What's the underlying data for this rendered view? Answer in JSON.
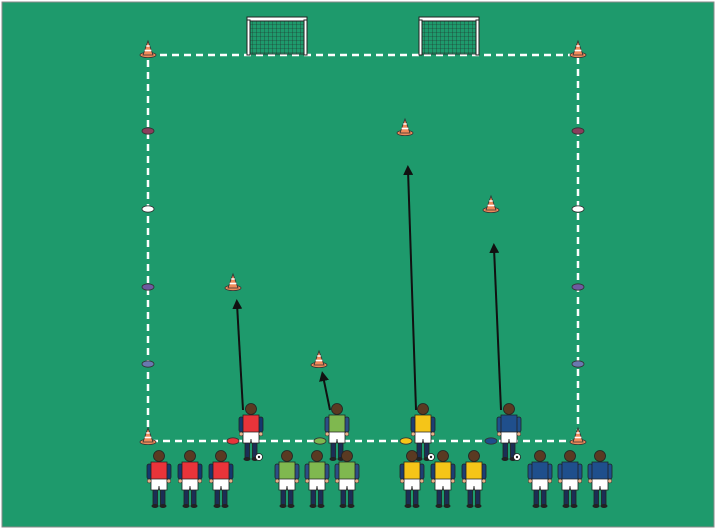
{
  "diagram": {
    "type": "soccer-drill",
    "pitch_color": "#1e9a6c",
    "boundary_color": "#ffffff",
    "boundary_style": "dashed",
    "goals_count": 2,
    "arrow_color": "#111111",
    "teams": [
      {
        "jersey": "#e8343a",
        "sleeve": "#14386e",
        "shorts": "#ffffff",
        "players_in_line": 3,
        "active_player": true,
        "run": "to-cone"
      },
      {
        "jersey": "#7fb84f",
        "sleeve": "#2c4e86",
        "shorts": "#ffffff",
        "players_in_line": 3,
        "active_player": true,
        "run": "to-cone"
      },
      {
        "jersey": "#f5c518",
        "sleeve": "#1d3f73",
        "shorts": "#ffffff",
        "players_in_line": 3,
        "active_player": true,
        "run": "to-cone"
      },
      {
        "jersey": "#1f4f8c",
        "sleeve": "#1f4f8c",
        "shorts": "#ffffff",
        "players_in_line": 3,
        "active_player": true,
        "run": "to-cone"
      }
    ],
    "start_markers": [
      "#e8343a",
      "#7fb84f",
      "#f5c518",
      "#1f4f8c"
    ],
    "left_side_markers": [
      "#8a3e5c",
      "#ffffff",
      "#6e5aa0",
      "#6a78b0"
    ],
    "right_side_markers": [
      "#8a3e5c",
      "#ffffff",
      "#6e5aa0",
      "#6a78b0"
    ],
    "cone_color": "#f08a5a"
  }
}
